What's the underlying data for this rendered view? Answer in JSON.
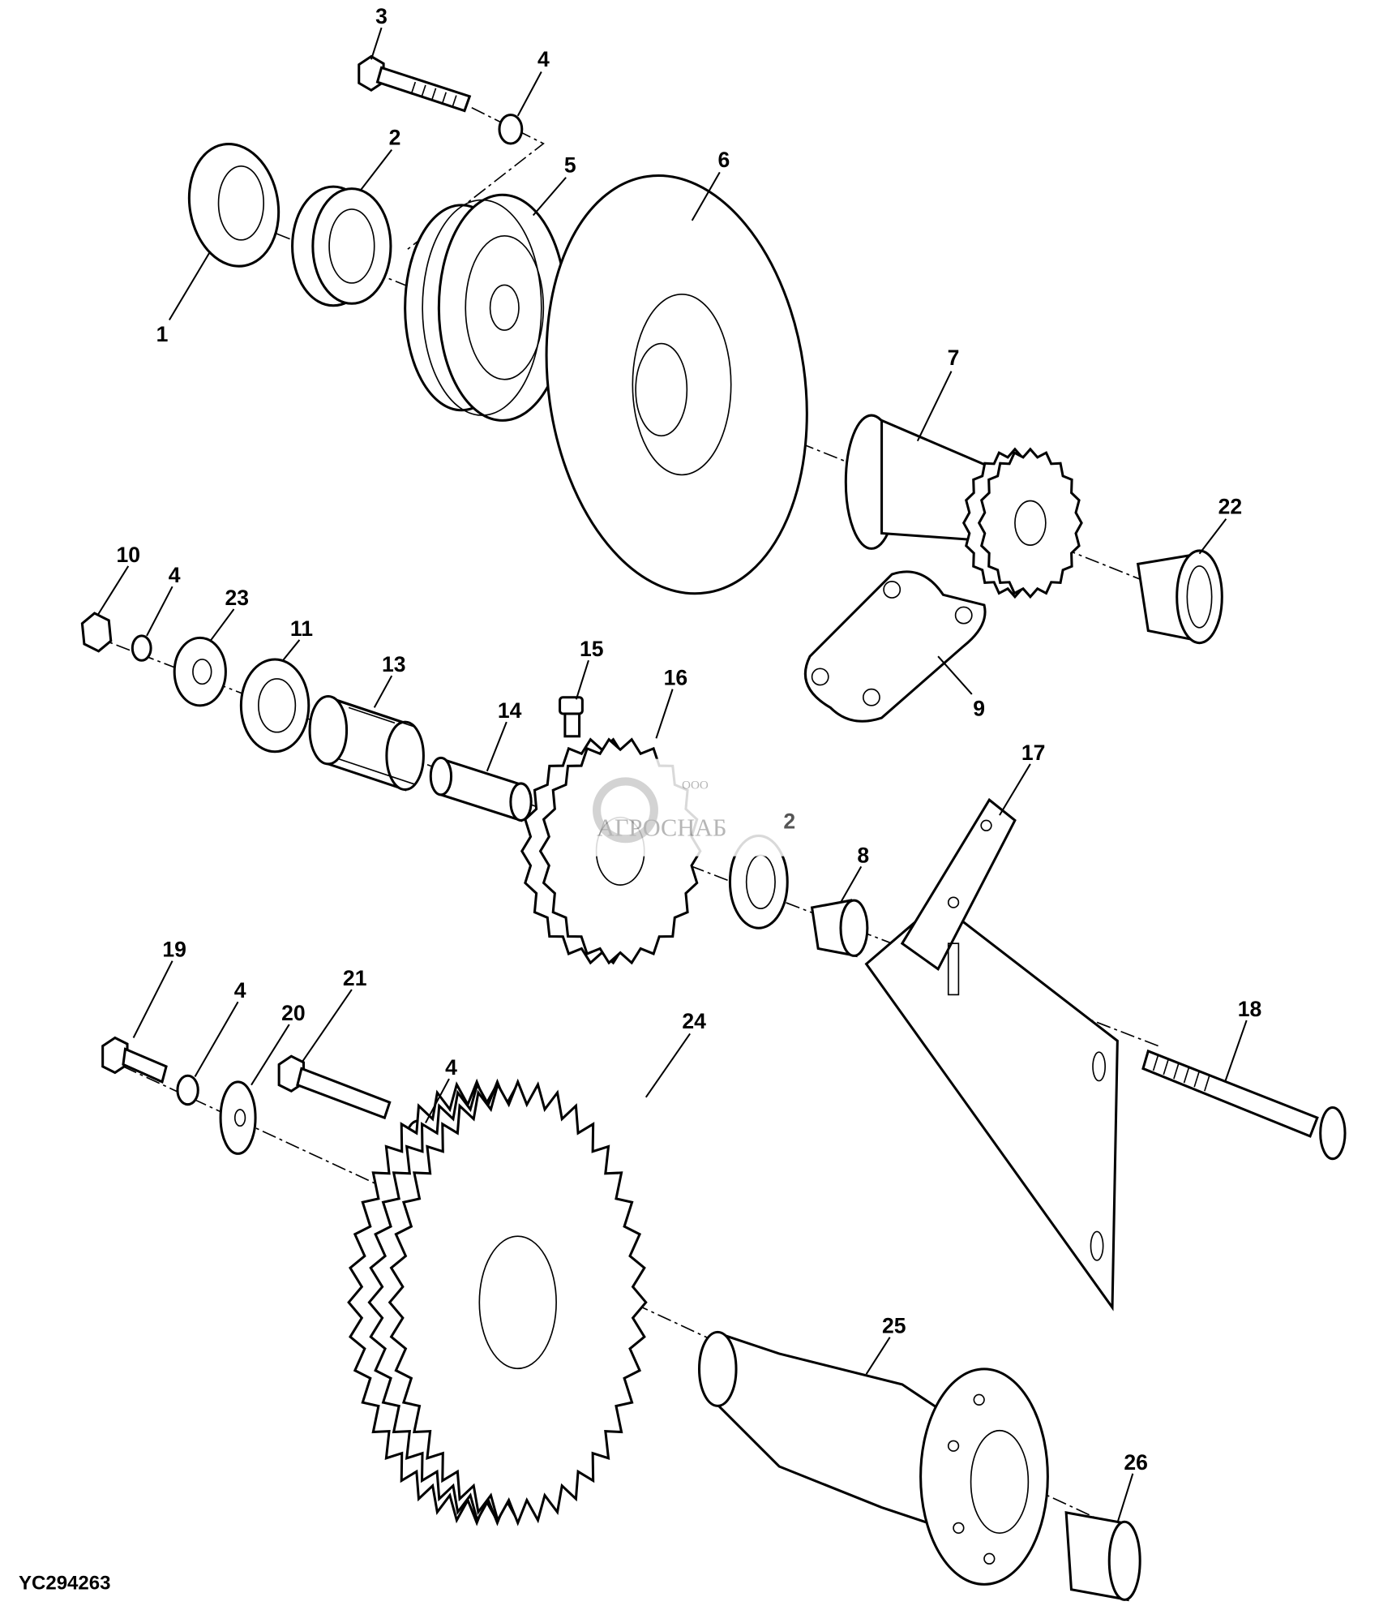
{
  "diagram": {
    "figure_code": "YC294263",
    "callouts": [
      "3",
      "4",
      "2",
      "5",
      "6",
      "1",
      "7",
      "22",
      "10",
      "4",
      "23",
      "11",
      "13",
      "15",
      "16",
      "14",
      "9",
      "17",
      "2",
      "8",
      "19",
      "4",
      "21",
      "20",
      "24",
      "18",
      "4",
      "25",
      "26"
    ],
    "watermark": {
      "prefix": "ООО",
      "name": "АГРОСНАБ"
    }
  }
}
